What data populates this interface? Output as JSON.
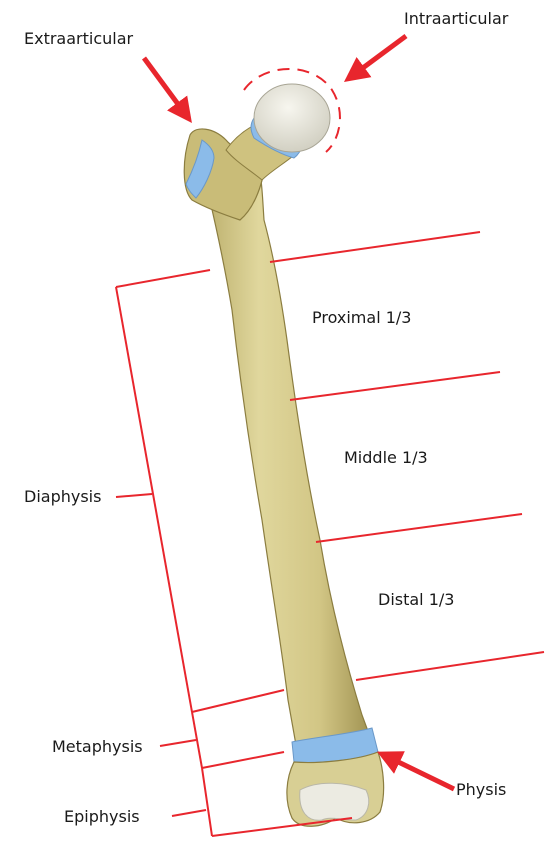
{
  "labels": {
    "extraarticular": "Extraarticular",
    "intraarticular": "Intraarticular",
    "proximal": "Proximal 1/3",
    "middle": "Middle 1/3",
    "distal": "Distal 1/3",
    "diaphysis": "Diaphysis",
    "metaphysis": "Metaphysis",
    "epiphysis": "Epiphysis",
    "physis": "Physis"
  },
  "colors": {
    "annotation": "#e8262d",
    "bone": "#d6cc8e",
    "bone_shadow": "#a89a58",
    "physis": "#7fb3e8",
    "cartilage": "#ecebe2"
  },
  "icons": {
    "extraarticular_arrow": "arrow-icon",
    "intraarticular_arrow": "arrow-icon",
    "physis_arrow": "arrow-icon"
  }
}
